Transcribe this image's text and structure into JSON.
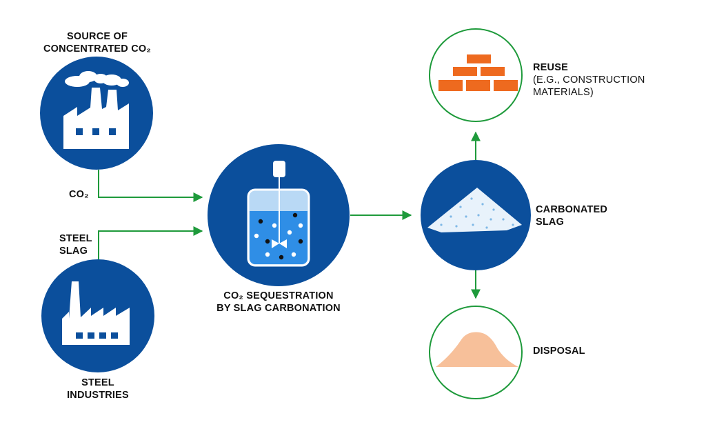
{
  "labels": {
    "source_line1": "SOURCE OF",
    "source_line2": "CONCENTRATED CO₂",
    "co2": "CO₂",
    "steel_slag_line1": "STEEL",
    "steel_slag_line2": "SLAG",
    "steel_industries_line1": "STEEL",
    "steel_industries_line2": "INDUSTRIES",
    "process_line1": "CO₂ SEQUESTRATION",
    "process_line2": "BY SLAG CARBONATION",
    "carbonated_line1": "CARBONATED",
    "carbonated_line2": "SLAG",
    "reuse_title": "REUSE",
    "reuse_line2": "(E.G., CONSTRUCTION",
    "reuse_line3": "MATERIALS)",
    "disposal": "DISPOSAL"
  },
  "colors": {
    "navy": "#0b4f9c",
    "green": "#1e9a3b",
    "white": "#ffffff",
    "brick": "#ee6a1f",
    "sand": "#f7c09a",
    "water": "#2f8ee6",
    "water_light": "#b9d9f5",
    "black": "#111111"
  }
}
